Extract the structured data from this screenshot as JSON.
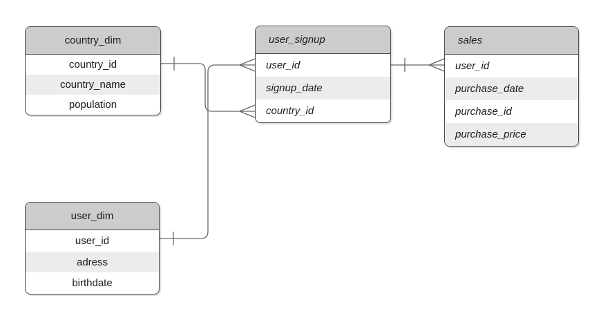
{
  "colors": {
    "header_fill": "#cccccc",
    "row_fill": "#ffffff",
    "alt_row_fill": "#ececec",
    "border": "#4d4d4d",
    "line": "#666666",
    "text": "#1a1a1a",
    "canvas_bg": "#ffffff"
  },
  "entities": [
    {
      "name": "country_dim",
      "title": "country_dim",
      "text_style": "regular-centered",
      "columns": [
        "country_id",
        "country_name",
        "population"
      ]
    },
    {
      "name": "user_signup",
      "title": "user_signup",
      "text_style": "italic-left",
      "columns": [
        "user_id",
        "signup_date",
        "country_id"
      ]
    },
    {
      "name": "sales",
      "title": "sales",
      "text_style": "italic-left",
      "columns": [
        "user_id",
        "purchase_date",
        "purchase_id",
        "purchase_price"
      ]
    },
    {
      "name": "user_dim",
      "title": "user_dim",
      "text_style": "regular-centered",
      "columns": [
        "user_id",
        "adress",
        "birthdate"
      ]
    }
  ],
  "relationships": [
    {
      "from": "country_dim.country_id",
      "to": "user_signup.country_id",
      "from_cardinality": "one",
      "to_cardinality": "many"
    },
    {
      "from": "user_dim.user_id",
      "to": "user_signup.user_id",
      "from_cardinality": "one",
      "to_cardinality": "many"
    },
    {
      "from": "user_signup.user_id",
      "to": "sales.user_id",
      "from_cardinality": "one",
      "to_cardinality": "many"
    }
  ]
}
